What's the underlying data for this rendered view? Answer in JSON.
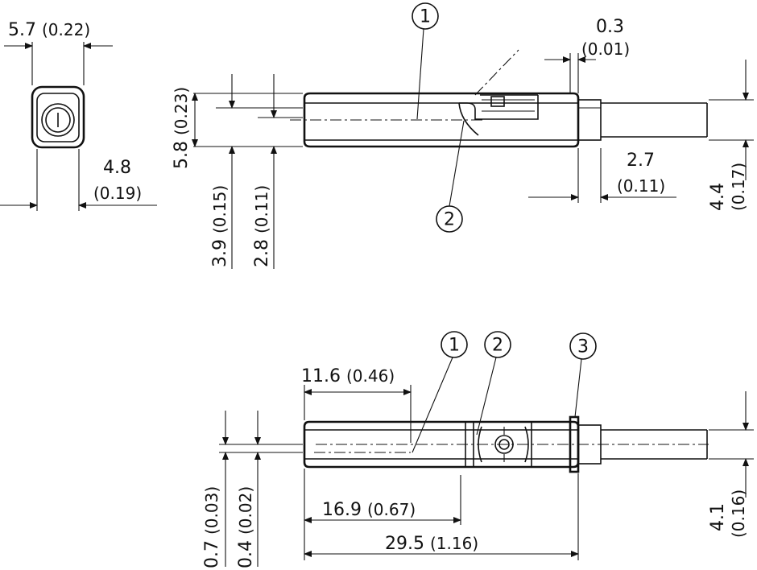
{
  "dimensions": {
    "front_width": {
      "mm": "5.7",
      "in": "(0.22)"
    },
    "front_inner_width": {
      "mm": "4.8",
      "in": "(0.19)"
    },
    "side_height": {
      "mm": "5.8",
      "in": "(0.23)"
    },
    "side_height_a": {
      "mm": "3.9",
      "in": "(0.15)"
    },
    "side_height_b": {
      "mm": "2.8",
      "in": "(0.11)"
    },
    "side_gap": {
      "mm": "0.3",
      "in": "(0.01)"
    },
    "side_collar": {
      "mm": "2.7",
      "in": "(0.11)"
    },
    "side_cable": {
      "mm": "4.4",
      "in": "(0.17)"
    },
    "top_length_a": {
      "mm": "11.6",
      "in": "(0.46)"
    },
    "top_offset_a": {
      "mm": "0.7",
      "in": "(0.03)"
    },
    "top_offset_b": {
      "mm": "0.4",
      "in": "(0.02)"
    },
    "top_length_b": {
      "mm": "16.9",
      "in": "(0.67)"
    },
    "top_length_total": {
      "mm": "29.5",
      "in": "(1.16)"
    },
    "top_cable": {
      "mm": "4.1",
      "in": "(0.16)"
    }
  },
  "callouts": {
    "side_1": "1",
    "side_2": "2",
    "top_1": "1",
    "top_2": "2",
    "top_3": "3"
  }
}
